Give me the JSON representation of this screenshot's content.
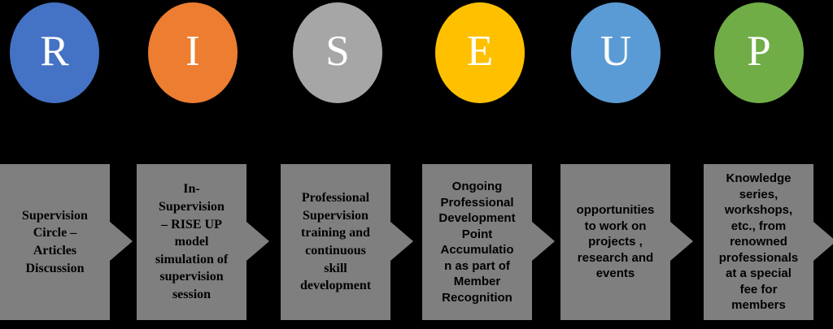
{
  "colors": {
    "background": "#000000",
    "arrow_box": "#7F7F7F",
    "letter_text": "#FFFFFF",
    "description_text": "#000000"
  },
  "steps": [
    {
      "letter": "R",
      "circle_color": "#4472C4",
      "description": "Supervision\nCircle –\nArticles\nDiscussion"
    },
    {
      "letter": "I",
      "circle_color": "#ED7D31",
      "description": "In-\nSupervision\n– RISE UP\nmodel\nsimulation of\nsupervision\nsession"
    },
    {
      "letter": "S",
      "circle_color": "#A6A6A6",
      "description": "Professional\nSupervision\ntraining and\ncontinuous\nskill\ndevelopment"
    },
    {
      "letter": "E",
      "circle_color": "#FFC000",
      "description": "Ongoing\nProfessional\nDevelopment\nPoint\nAccumulatio\nn as part of\nMember\nRecognition"
    },
    {
      "letter": "U",
      "circle_color": "#5B9BD5",
      "description": "opportunities\nto work on\nprojects ,\nresearch and\nevents"
    },
    {
      "letter": "P",
      "circle_color": "#70AD47",
      "description": "Knowledge\nseries,\nworkshops,\netc., from\nrenowned\nprofessionals\nat a special\nfee for\nmembers"
    }
  ]
}
